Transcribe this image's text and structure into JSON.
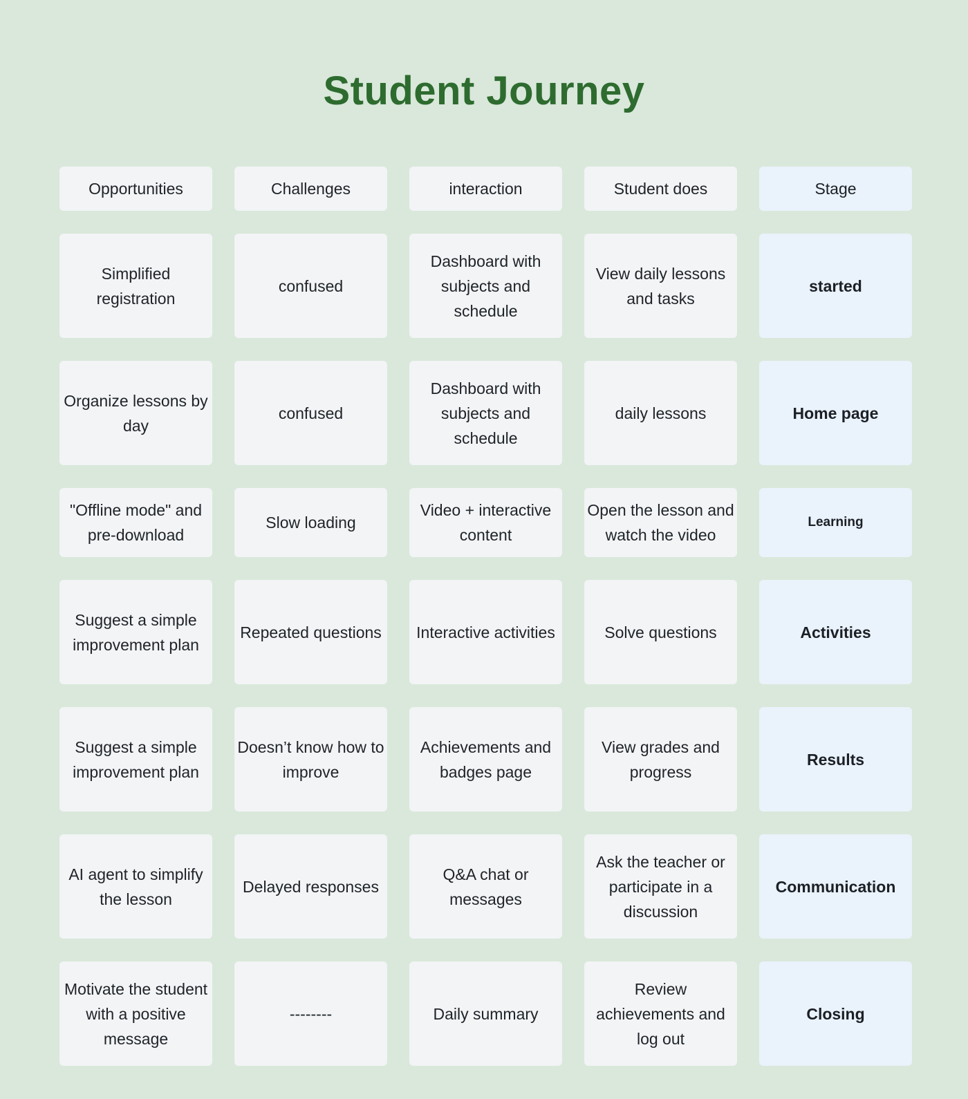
{
  "title": "Student Journey",
  "columns": [
    "Opportunities",
    "Challenges",
    "interaction",
    "Student  does",
    "Stage"
  ],
  "rows": [
    [
      "Simplified registration",
      "confused",
      "Dashboard with subjects and schedule",
      "View daily lessons and tasks",
      "started"
    ],
    [
      "Organize lessons by day",
      "confused",
      "Dashboard with subjects and schedule",
      "daily lessons",
      "Home page"
    ],
    [
      "\"Offline mode\" and pre-download",
      "Slow loading",
      "Video + interactive content",
      "Open the lesson and watch the video",
      "Learning"
    ],
    [
      "Suggest a simple improvement plan",
      "Repeated questions",
      "Interactive activities",
      "Solve questions",
      "Activities"
    ],
    [
      "Suggest a simple improvement plan",
      "Doesn’t know how to improve",
      "Achievements and badges page",
      "View grades and progress",
      "Results"
    ],
    [
      "AI agent to simplify the lesson",
      "Delayed responses",
      "Q&A chat or messages",
      "Ask the teacher or participate in a discussion",
      "Communication"
    ],
    [
      "Motivate the student with a positive message",
      "--------",
      "Daily summary",
      "Review achievements and log out",
      "Closing"
    ]
  ]
}
